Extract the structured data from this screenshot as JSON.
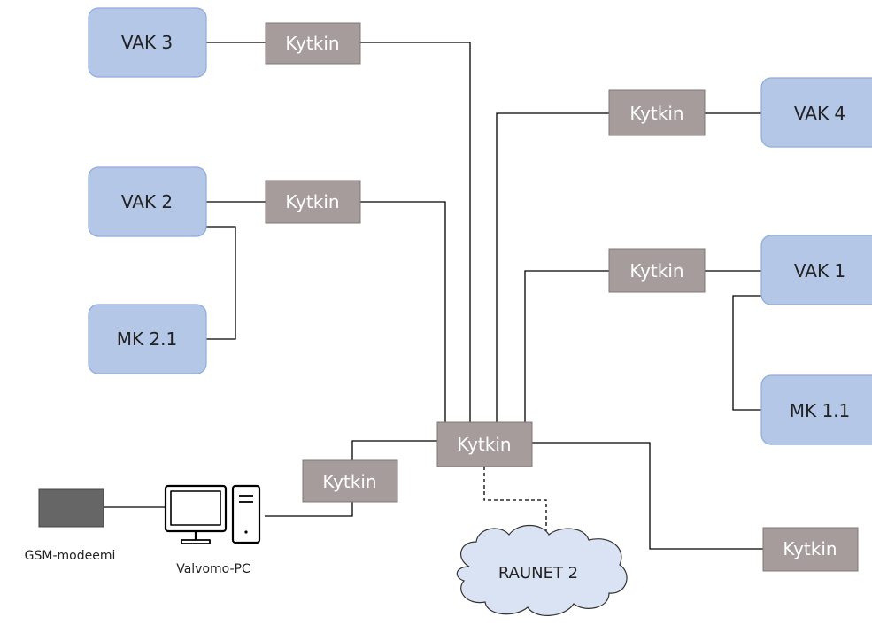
{
  "colors": {
    "vak_fill": "#b4c7e7",
    "vak_stroke": "#8faadc",
    "switch_fill": "#a59c9b",
    "switch_stroke": "#7f7877",
    "modem_fill": "#666666",
    "line": "#000000",
    "cloud_fill": "#dae3f3",
    "cloud_stroke": "#333333"
  },
  "nodes": {
    "vak3": "VAK 3",
    "vak2": "VAK 2",
    "mk21": "MK 2.1",
    "vak4": "VAK 4",
    "vak1": "VAK 1",
    "mk11": "MK 1.1"
  },
  "switches": {
    "sw_vak3": "Kytkin",
    "sw_vak2": "Kytkin",
    "sw_vak4": "Kytkin",
    "sw_vak1": "Kytkin",
    "sw_center": "Kytkin",
    "sw_pc": "Kytkin",
    "sw_right": "Kytkin"
  },
  "devices": {
    "gsm_label": "GSM-modeemi",
    "pc_label": "Valvomo-PC"
  },
  "cloud": {
    "label": "RAUNET 2"
  }
}
